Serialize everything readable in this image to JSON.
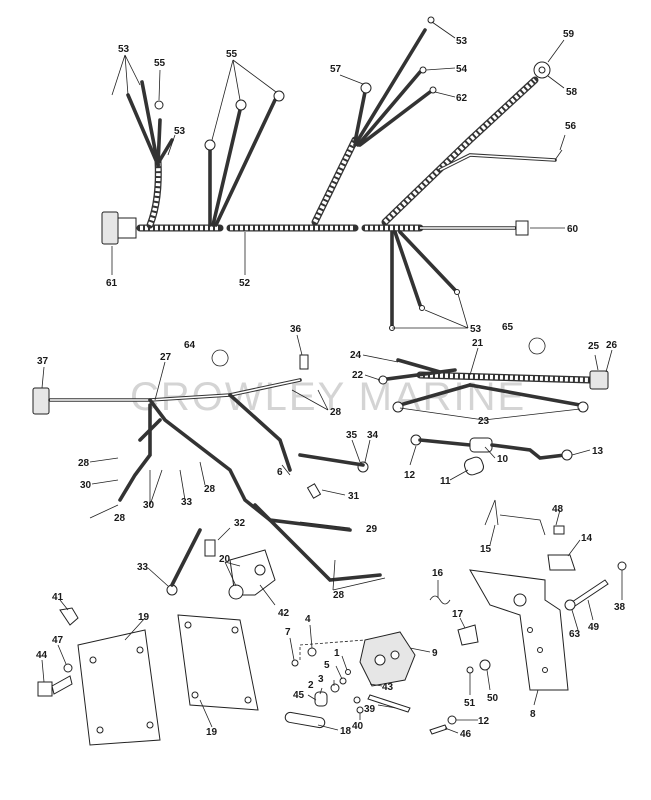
{
  "watermark": "CROWLEY MARINE",
  "labels": [
    "53",
    "55",
    "53",
    "55",
    "57",
    "53",
    "54",
    "62",
    "59",
    "58",
    "56",
    "60",
    "61",
    "52",
    "53",
    "36",
    "64",
    "65",
    "37",
    "27",
    "21",
    "24",
    "22",
    "25",
    "26",
    "28",
    "23",
    "35",
    "34",
    "13",
    "10",
    "12",
    "11",
    "28",
    "30",
    "30",
    "33",
    "28",
    "6",
    "31",
    "28",
    "32",
    "29",
    "20",
    "33",
    "42",
    "28",
    "16",
    "15",
    "48",
    "14",
    "38",
    "49",
    "63",
    "41",
    "19",
    "47",
    "44",
    "19",
    "7",
    "4",
    "9",
    "1",
    "5",
    "3",
    "2",
    "45",
    "43",
    "39",
    "40",
    "18",
    "17",
    "51",
    "50",
    "8",
    "12",
    "46"
  ]
}
